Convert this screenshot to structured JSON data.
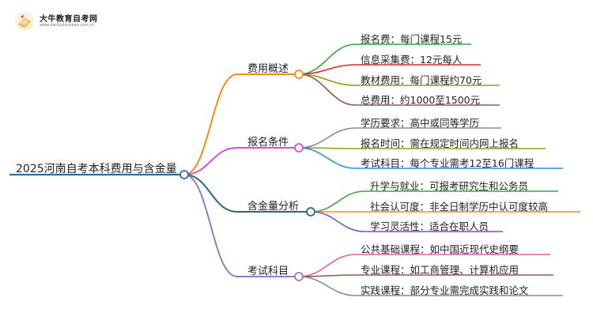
{
  "brand": {
    "name": "大牛教育自考网",
    "url": "www.daniuzixuekao.com.cn"
  },
  "colors": {
    "root": "#2f6f9f",
    "branch1": "#f28c18",
    "branch2": "#d44fd4",
    "branch3": "#2a6a70",
    "branch4": "#9977cc",
    "leaf_green": "#3aa63a",
    "leaf_red": "#d9262c",
    "leaf_olive": "#9a9a1e",
    "leaf_brown": "#8b5a4a",
    "leaf_gray": "#8a8a8a",
    "leaf_blue": "#1e8fd8",
    "leaf_orange": "#f28c18",
    "leaf_purple": "#7b4fc8",
    "leaf_pink": "#e35fa0"
  },
  "mindmap": {
    "root": "2025河南自考本科费用与含金量",
    "branches": [
      {
        "label": "费用概述",
        "children": [
          "报名费：每门课程15元",
          "信息采集费：12元每人",
          "教材费用：每门课程约70元",
          "总费用：约1000至1500元"
        ]
      },
      {
        "label": "报名条件",
        "children": [
          "学历要求：高中或同等学历",
          "报名时间：需在规定时间内网上报名",
          "考试科目：每个专业需考12至16门课程"
        ]
      },
      {
        "label": "含金量分析",
        "children": [
          "升学与就业：可报考研究生和公务员",
          "社会认可度：非全日制学历中认可度较高",
          "学习灵活性：适合在职人员"
        ]
      },
      {
        "label": "考试科目",
        "children": [
          "公共基础课程：如中国近现代史纲要",
          "专业课程：如工商管理、计算机应用",
          "实践课程：部分专业需完成实践和论文"
        ]
      }
    ]
  }
}
